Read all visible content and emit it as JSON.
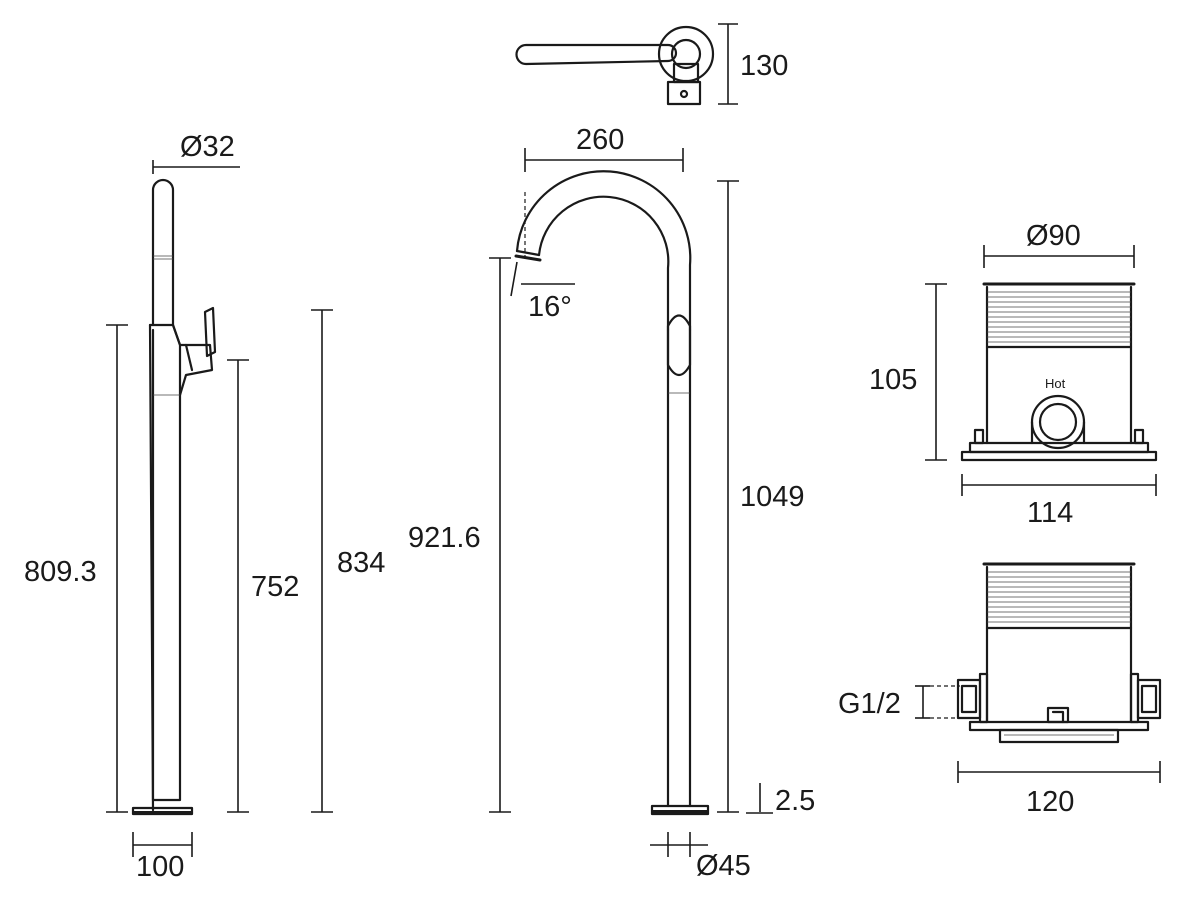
{
  "dimensions": {
    "side_spout_diameter": "Ø32",
    "side_body_height": "809.3",
    "side_lever_height": "752",
    "side_total_height": "834",
    "side_base_width": "100",
    "handle_top_height": "130",
    "front_reach": "260",
    "front_spout_angle": "16°",
    "front_outlet_height": "921.6",
    "front_total_height": "1049",
    "front_base_thickness": "2.5",
    "front_base_diameter": "Ø45",
    "box_top_diameter": "Ø90",
    "box_top_height": "105",
    "box_top_flange_width": "114",
    "box_bottom_thread": "G1/2",
    "box_bottom_width": "120"
  },
  "labels": {
    "hot_inlet": "Hot"
  }
}
